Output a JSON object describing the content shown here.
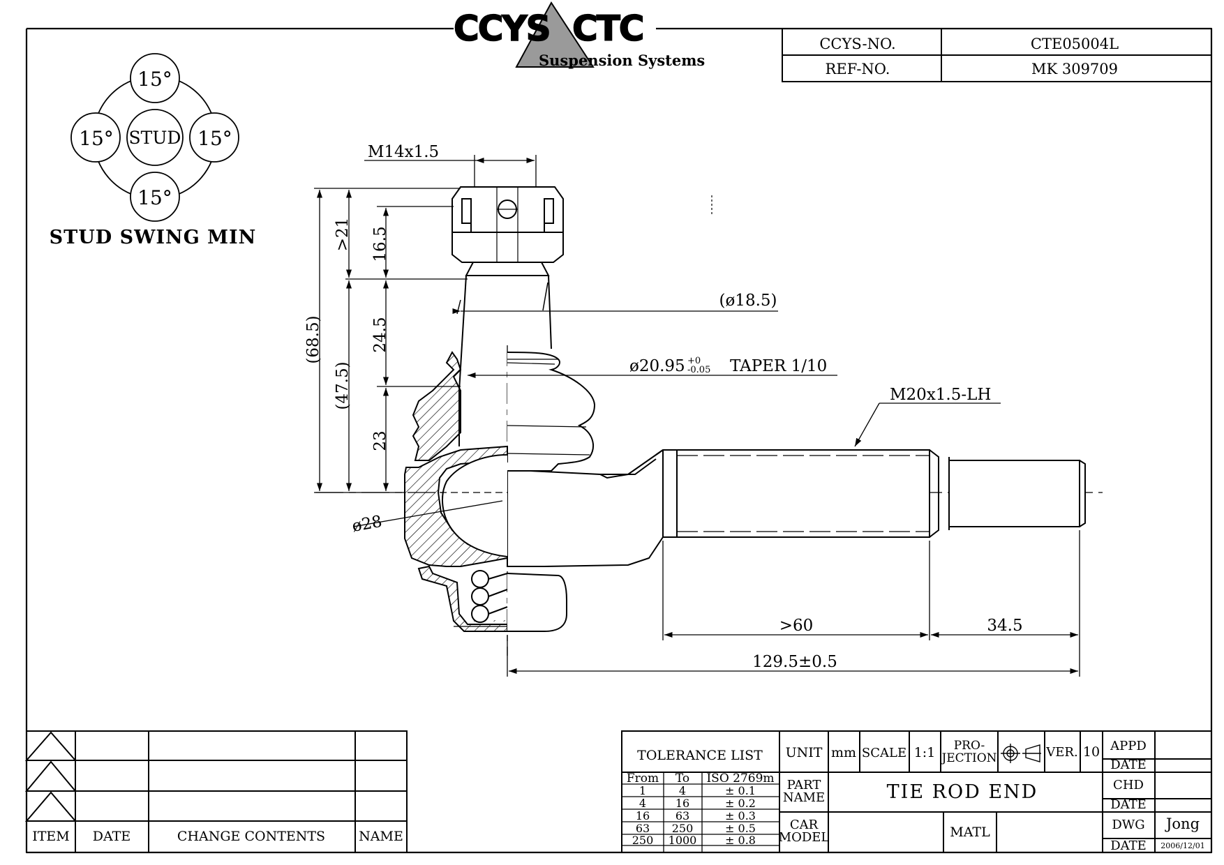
{
  "header": {
    "logo_left": "CCYS",
    "logo_right": "CTC",
    "tagline": "Suspension Systems",
    "ccys_no_label": "CCYS-NO.",
    "ccys_no_value": "CTE05004L",
    "ref_no_label": "REF-NO.",
    "ref_no_value": "MK 309709"
  },
  "swing": {
    "top": "15°",
    "left": "15°",
    "right": "15°",
    "bottom": "15°",
    "center": "STUD",
    "caption": "STUD SWING MIN"
  },
  "dims": {
    "thread_top": "M14x1.5",
    "d_gt21": ">21",
    "d_16_5": "16.5",
    "d_68_5": "(68.5)",
    "d_47_5": "(47.5)",
    "d_24_5": "24.5",
    "d_23": "23",
    "d_18_5": "(ø18.5)",
    "taper_main": "ø20.95",
    "taper_tol_up": "+0",
    "taper_tol_down": "-0.05",
    "taper_text": "TAPER 1/10",
    "thread_shank": "M20x1.5-LH",
    "d_28": "ø28",
    "d_gt60": ">60",
    "d_34_5": "34.5",
    "d_129_5": "129.5±0.5"
  },
  "revision": {
    "headers": [
      "ITEM",
      "DATE",
      "CHANGE CONTENTS",
      "NAME"
    ]
  },
  "title_block": {
    "tolerance_title": "TOLERANCE LIST",
    "tolerance_headers": [
      "From",
      "To",
      "ISO 2769m"
    ],
    "tolerance_rows": [
      [
        "1",
        "4",
        "± 0.1"
      ],
      [
        "4",
        "16",
        "± 0.2"
      ],
      [
        "16",
        "63",
        "± 0.3"
      ],
      [
        "63",
        "250",
        "± 0.5"
      ],
      [
        "250",
        "1000",
        "± 0.8"
      ]
    ],
    "unit_label": "UNIT",
    "unit_value": "mm",
    "scale_label": "SCALE",
    "scale_value": "1:1",
    "projection_label_1": "PRO-",
    "projection_label_2": "JECTION",
    "ver_label": "VER.",
    "ver_value": "10",
    "appd_label": "APPD",
    "date_label": "DATE",
    "part_name_label_1": "PART",
    "part_name_label_2": "NAME",
    "part_name_value": "TIE ROD END",
    "chd_label": "CHD",
    "car_model_label_1": "CAR",
    "car_model_label_2": "MODEL",
    "matl_label": "MATL",
    "dwg_label": "DWG",
    "dwg_value": "Jong",
    "dwg_date": "2006/12/01"
  }
}
